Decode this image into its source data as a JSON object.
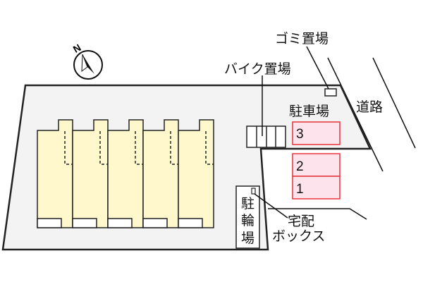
{
  "labels": {
    "garbage": "ゴミ置場",
    "bike_parking": "バイク置場",
    "car_parking": "駐車場",
    "road": "道路",
    "bicycle_parking": [
      "駐",
      "輪",
      "場"
    ],
    "delivery_box_line1": "宅配",
    "delivery_box_line2": "ボックス",
    "compass": "N"
  },
  "parking_spaces": [
    "3",
    "2",
    "1"
  ],
  "units": 5,
  "colors": {
    "site": "#f3f3f3",
    "building": "#fff8cc",
    "parking_fill": "#fde4ec",
    "parking_border": "#e8333a"
  }
}
